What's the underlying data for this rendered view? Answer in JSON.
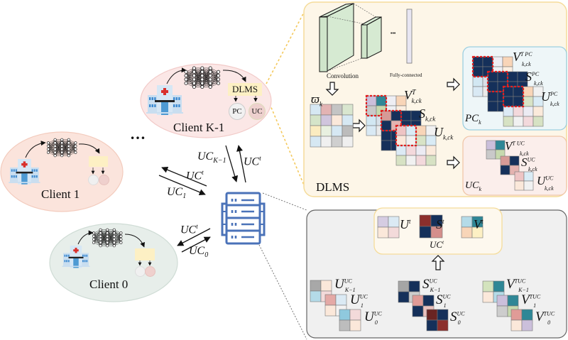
{
  "clients": [
    {
      "id": "client-k-1",
      "label": "Client K-1",
      "dlms_label": "DLMS",
      "pc_label": "PC",
      "uc_label": "UC",
      "fill": "#fbe7e6",
      "stroke": "#f2c4c2"
    },
    {
      "id": "client-1",
      "label": "Client 1",
      "fill": "#fbe4dc",
      "stroke": "#f3cbbd"
    },
    {
      "id": "client-0",
      "label": "Client 0",
      "fill": "#e6ede9",
      "stroke": "#cfdcd5"
    }
  ],
  "ellipsis": "…",
  "arrows": {
    "k1_up": "UC",
    "k1_up_sub": "K−1",
    "k1_down": "UC",
    "k1_down_sup": "t",
    "c1_to_server": "UC",
    "c1_to_server_sub": "1",
    "server_to_c1": "UC",
    "server_to_c1_sup": "t",
    "c0_to_server": "UC",
    "c0_to_server_sub": "0",
    "server_to_c0": "UC",
    "server_to_c0_sup": "t"
  },
  "dlms_panel": {
    "title": "DLMS",
    "convolution_label": "Convolution",
    "fc_label": "Fully-connected",
    "fc_dots": "•••",
    "omega": "ϖ",
    "omega_sub": "k",
    "svd": {
      "v": "V",
      "v_sup": "T",
      "v_sub": "k,ck",
      "s": "S",
      "s_sub": "k,ck",
      "u": "U",
      "u_sub": "k,ck"
    },
    "pc_box": {
      "label": "PC",
      "label_sub": "k",
      "v": "V",
      "v_sup": "T PC",
      "v_sub": "k,ck",
      "s": "S",
      "s_sup": "PC",
      "s_sub": "k,ck",
      "u": "U",
      "u_sup": "PC",
      "u_sub": "k,ck"
    },
    "uc_box": {
      "label": "UC",
      "label_sub": "k",
      "v": "V",
      "v_sup": "T UC",
      "v_sub": "k,ck",
      "s": "S",
      "s_sup": "UC",
      "s_sub": "k,ck",
      "u": "U",
      "u_sup": "UC",
      "u_sub": "k,ck"
    }
  },
  "server_panel": {
    "global": {
      "u": "U",
      "u_sup": "t",
      "s": "S",
      "s_sup": "t",
      "v": "V",
      "v_sup": "t",
      "label": "UC",
      "label_sup": "t"
    },
    "u_stack": [
      {
        "base": "U",
        "sup": "UC",
        "sub": "K−1"
      },
      {
        "base": "U",
        "sup": "UC",
        "sub": "1"
      },
      {
        "base": "U",
        "sup": "UC",
        "sub": "0"
      }
    ],
    "s_stack": [
      {
        "base": "S",
        "sup": "UC",
        "sub": "K−1"
      },
      {
        "base": "S",
        "sup": "UC",
        "sub": "1"
      },
      {
        "base": "S",
        "sup": "UC",
        "sub": "0"
      }
    ],
    "v_stack": [
      {
        "base": "V",
        "sup": "TUC",
        "sub": "K−1"
      },
      {
        "base": "V",
        "sup": "TUC",
        "sub": "1"
      },
      {
        "base": "V",
        "sup": "TUC",
        "sub": "0"
      }
    ]
  },
  "colors": {
    "navy": "#15305a",
    "server_blue": "#4a72b8",
    "dlms_bg": "#fdf6e8",
    "dlms_border": "#f5dc9a",
    "pc_bg": "#eef6f8",
    "pc_border": "#9ccfe0",
    "uc_bg": "#fbeeeb",
    "uc_border": "#f0c6a8",
    "server_bg": "#f0f0f0",
    "server_border": "#666666",
    "red_dash": "#e02020",
    "dlms_box": "#fdf0c4"
  },
  "matrices": {
    "omega": [
      "#d6e8f3",
      "#e3b3b3",
      "#c4c4c4",
      "#d9e6cf",
      "#d5e4c9",
      "#d0c5dd",
      "#fbe8da",
      "#d6e8f3",
      "#fbecc0",
      "#e8f0e0",
      "#d6e8f3",
      "#bcbcbc",
      "#d6e8f3",
      "#f0f0f0",
      "#cfcfcf",
      "#efefef"
    ],
    "v_full": [
      "#cbbfdb",
      "#2f8796",
      "#eeeef4",
      "#f8d5b8",
      "#c9c9c9",
      "#c7d9ae",
      "#eef0f4",
      "#fbeee0",
      "#d2e7f2",
      "#d8e0e8",
      "#eef0f4",
      "#f5f5f5",
      "#d9e9f4",
      "#eaeaea",
      "#f1f1f1",
      "#f2f2f2"
    ],
    "s_full": [
      "#d69a96",
      "#15305a",
      "#15305a",
      "#15305a",
      "#15305a",
      "#e4b3b0",
      "#15305a",
      "#15305a",
      "#15305a",
      "#15305a",
      "#15305a",
      "#15305a",
      "#15305a",
      "#15305a",
      "#15305a",
      "#15305a"
    ],
    "u_full": [
      "#eec4c4",
      "#d9ebf5",
      "#f8d5b8",
      "#f1f1f1",
      "#fbe8da",
      "#f1f1f1",
      "#d8e3c6",
      "#d9ebf5",
      "#dceaf5",
      "#f3d9dc",
      "#ecebf3",
      "#fbeadb",
      "#d7e2c4",
      "#f1f1f1",
      "#f3d9dc",
      "#d7e2c4"
    ],
    "pc_v": [
      "#15305a",
      "#15305a",
      "#eeeef4",
      "#f8d5b8",
      "#15305a",
      "#15305a",
      "#eef0f4",
      "#fbeee0",
      "#d2e7f2",
      "#d8e0e8",
      "#eef0f4",
      "#f5f5f5",
      "#d9e9f4",
      "#eaeaea",
      "#f1f1f1",
      "#f2f2f2"
    ],
    "pc_s": [
      "#15305a",
      "#15305a",
      "#15305a",
      "#15305a",
      "#15305a",
      "#15305a",
      "#15305a",
      "#15305a",
      "#15305a",
      "#15305a",
      "#15305a",
      "#15305a",
      "#15305a",
      "#15305a",
      "#15305a",
      "#15305a"
    ],
    "pc_u": [
      "#15305a",
      "#15305a",
      "#f8d5b8",
      "#f1f1f1",
      "#15305a",
      "#15305a",
      "#d8e3c6",
      "#d9ebf5",
      "#dceaf5",
      "#f3d9dc",
      "#ecebf3",
      "#fbeadb",
      "#d7e2c4",
      "#f1f1f1",
      "#f3d9dc",
      "#d7e2c4"
    ],
    "uc_v": [
      "#cbbfdb",
      "#2f8796",
      "#c9c9c9",
      "#c7d9ae"
    ],
    "uc_s": [
      "#d69a96",
      "#15305a",
      "#15305a",
      "#e4b3b0"
    ],
    "uc_u": [
      "#eec4c4",
      "#d9ebf5",
      "#fbe8da",
      "#f1f1f1"
    ],
    "g_u": [
      "#d5cce2",
      "#dbeaf4",
      "#fbe8da",
      "#f3dada"
    ],
    "g_s": [
      "#8c2f2c",
      "#15305a",
      "#15305a",
      "#d48e8b"
    ],
    "g_v": [
      "#b4dbe8",
      "#2f8796",
      "#f8d5b8",
      "#fdf0c4"
    ],
    "u_k1": [
      "#a8a8a8",
      "#fbe8da",
      "#b4dbe8",
      "#f3dada"
    ],
    "u_1": [
      "#e4a9a6",
      "#dbeaf4",
      "#fbe8da",
      "#f3f3f3"
    ],
    "u_0": [
      "#8fc9de",
      "#f3dada",
      "#bdbdbd",
      "#fbe8da"
    ],
    "s_k1": [
      "#a5a5a5",
      "#15305a",
      "#15305a",
      "#cdcdcd"
    ],
    "s_1": [
      "#e09b97",
      "#15305a",
      "#15305a",
      "#eac0bd"
    ],
    "s_0": [
      "#6a2422",
      "#15305a",
      "#15305a",
      "#8c2f2c"
    ],
    "v_k1": [
      "#d3e3bd",
      "#2f8796",
      "#fbe8da",
      "#b4dbe8"
    ],
    "v_1": [
      "#cbbfdb",
      "#2f8796",
      "#cdcdcd",
      "#c7d9ae"
    ],
    "v_0": [
      "#e09b97",
      "#2f8796",
      "#fbe8da",
      "#cbbfdb"
    ]
  }
}
